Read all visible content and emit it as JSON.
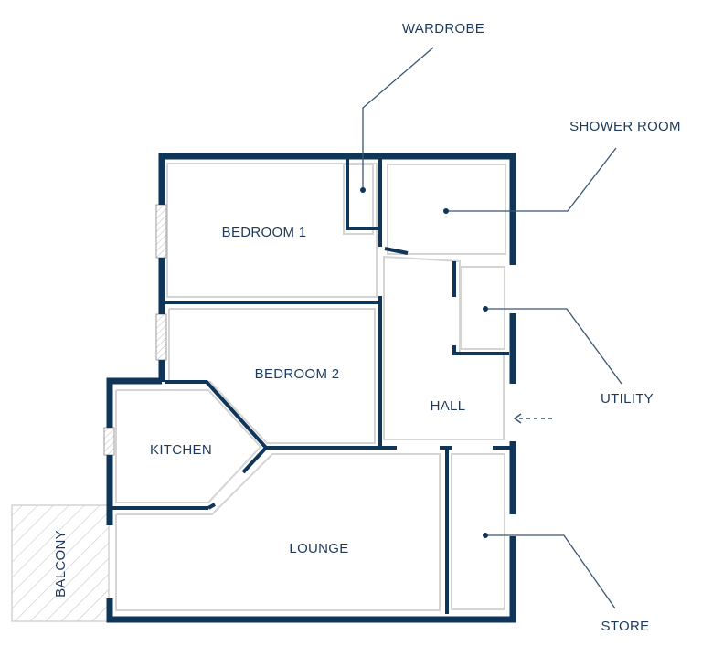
{
  "rooms": {
    "bedroom1": "BEDROOM 1",
    "bedroom2": "BEDROOM 2",
    "kitchen": "KITCHEN",
    "lounge": "LOUNGE",
    "hall": "HALL",
    "balcony": "BALCONY"
  },
  "callouts": {
    "wardrobe": "WARDROBE",
    "shower_room": "SHOWER ROOM",
    "utility": "UTILITY",
    "store": "STORE"
  },
  "colors": {
    "wall": "#0f3558",
    "inner_outline": "#d4d4d4",
    "label": "#1d3a5c"
  }
}
